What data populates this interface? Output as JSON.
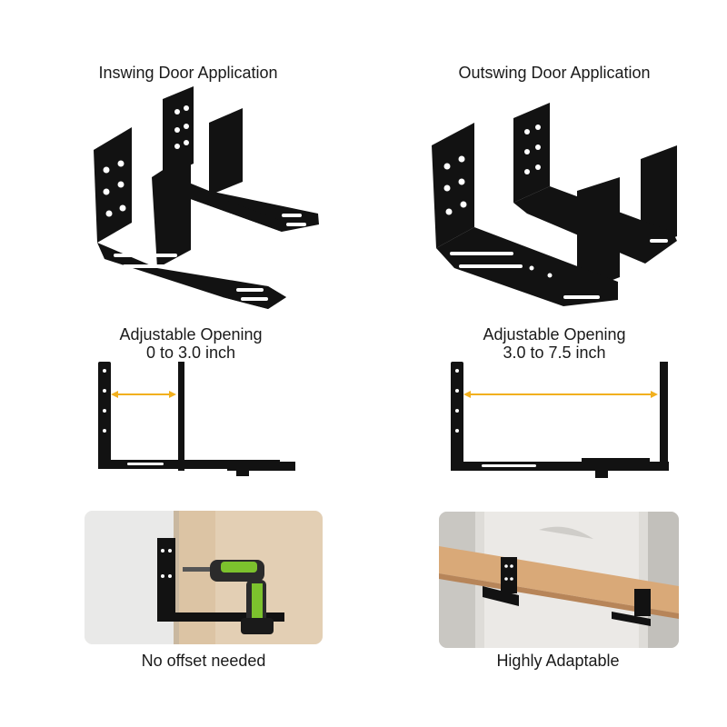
{
  "left": {
    "title": "Inswing Door Application",
    "range_label": "Adjustable Opening",
    "range_value": "0 to 3.0 inch",
    "caption": "No offset needed"
  },
  "right": {
    "title": "Outswing Door Application",
    "range_label": "Adjustable Opening",
    "range_value": "3.0 to 7.5 inch",
    "caption": "Highly Adaptable"
  },
  "colors": {
    "bracket": "#121212",
    "arrow": "#f2b01e",
    "background": "#ffffff"
  }
}
